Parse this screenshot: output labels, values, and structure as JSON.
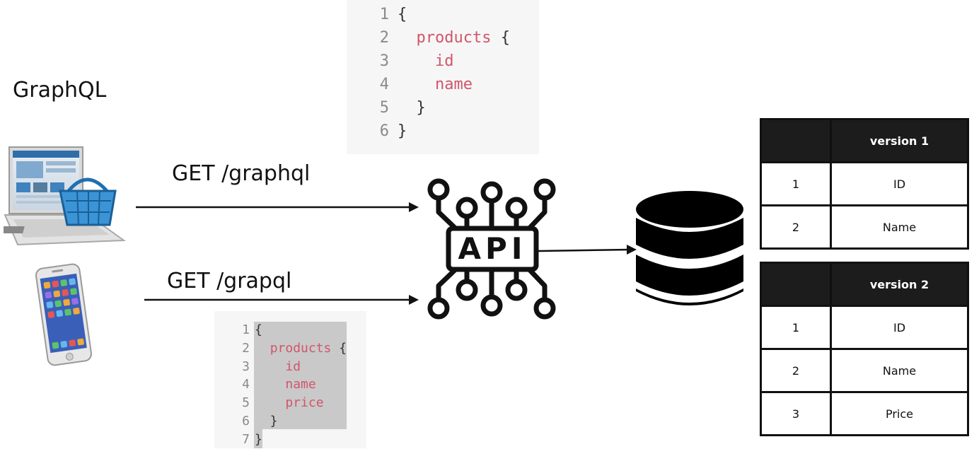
{
  "heading": "GraphQL",
  "requests": {
    "laptop_label": "GET /graphql",
    "phone_label": "GET /grapql"
  },
  "api_label": "API",
  "query_top": [
    {
      "n": "1",
      "parts": [
        {
          "t": "{",
          "c": "br"
        }
      ]
    },
    {
      "n": "2",
      "parts": [
        {
          "t": "  ",
          "c": "br"
        },
        {
          "t": "products",
          "c": "kw"
        },
        {
          "t": " {",
          "c": "br"
        }
      ]
    },
    {
      "n": "3",
      "parts": [
        {
          "t": "    ",
          "c": "br"
        },
        {
          "t": "id",
          "c": "kw"
        }
      ]
    },
    {
      "n": "4",
      "parts": [
        {
          "t": "    ",
          "c": "br"
        },
        {
          "t": "name",
          "c": "kw"
        }
      ]
    },
    {
      "n": "5",
      "parts": [
        {
          "t": "  }",
          "c": "br"
        }
      ]
    },
    {
      "n": "6",
      "parts": [
        {
          "t": "}",
          "c": "br"
        }
      ]
    }
  ],
  "query_bottom": [
    {
      "n": "1",
      "parts": [
        {
          "t": "{",
          "c": "br"
        }
      ]
    },
    {
      "n": "2",
      "parts": [
        {
          "t": "  ",
          "c": "br"
        },
        {
          "t": "products",
          "c": "kw"
        },
        {
          "t": " {",
          "c": "br"
        }
      ]
    },
    {
      "n": "3",
      "parts": [
        {
          "t": "    ",
          "c": "br"
        },
        {
          "t": "id",
          "c": "kw"
        }
      ]
    },
    {
      "n": "4",
      "parts": [
        {
          "t": "    ",
          "c": "br"
        },
        {
          "t": "name",
          "c": "kw"
        }
      ]
    },
    {
      "n": "5",
      "parts": [
        {
          "t": "    ",
          "c": "br"
        },
        {
          "t": "price",
          "c": "kw"
        }
      ]
    },
    {
      "n": "6",
      "parts": [
        {
          "t": "  }",
          "c": "br"
        }
      ]
    },
    {
      "n": "7",
      "parts": [
        {
          "t": "}",
          "c": "br"
        }
      ]
    }
  ],
  "table_v1": {
    "header": "version 1",
    "rows": [
      {
        "num": "1",
        "field": "ID"
      },
      {
        "num": "2",
        "field": "Name"
      }
    ]
  },
  "table_v2": {
    "header": "version 2",
    "rows": [
      {
        "num": "1",
        "field": "ID"
      },
      {
        "num": "2",
        "field": "Name"
      },
      {
        "num": "3",
        "field": "Price"
      }
    ]
  },
  "colors": {
    "keyword": "#d0566b",
    "table_header": "#1c1c1c",
    "code_bg": "#f6f6f6",
    "selection": "#c9c9c9"
  },
  "icons": [
    "laptop-shopping-icon",
    "smartphone-icon",
    "api-chip-icon",
    "database-icon"
  ]
}
